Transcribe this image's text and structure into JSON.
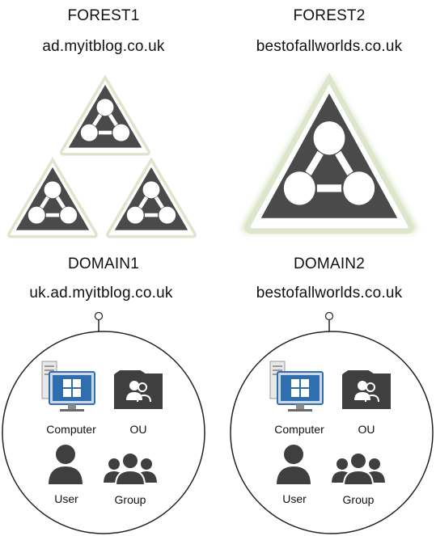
{
  "forests": [
    {
      "title": "FOREST1",
      "domain_name": "ad.myitblog.co.uk",
      "trees": "three-small-triangles"
    },
    {
      "title": "FOREST2",
      "domain_name": "bestofallworlds.co.uk",
      "trees": "one-large-triangle"
    }
  ],
  "domains": [
    {
      "title": "DOMAIN1",
      "fqdn": "uk.ad.myitblog.co.uk",
      "objects": {
        "computer": "Computer",
        "ou": "OU",
        "user": "User",
        "group": "Group"
      }
    },
    {
      "title": "DOMAIN2",
      "fqdn": "bestofallworlds.co.uk",
      "objects": {
        "computer": "Computer",
        "ou": "OU",
        "user": "User",
        "group": "Group"
      }
    }
  ],
  "icons": {
    "forest": "tree-triangle-icon",
    "computer": "computer-icon",
    "ou": "folder-users-icon",
    "user": "user-icon",
    "group": "group-icon"
  },
  "colors": {
    "triangle_fill": "#4a4a4a",
    "triangle_border": "#ffffff",
    "triangle_glow": "#c9d9a3",
    "monitor_blue": "#2f6fb0",
    "windows_blue": "#1e88e5",
    "person_fill": "#3f3f3f"
  }
}
